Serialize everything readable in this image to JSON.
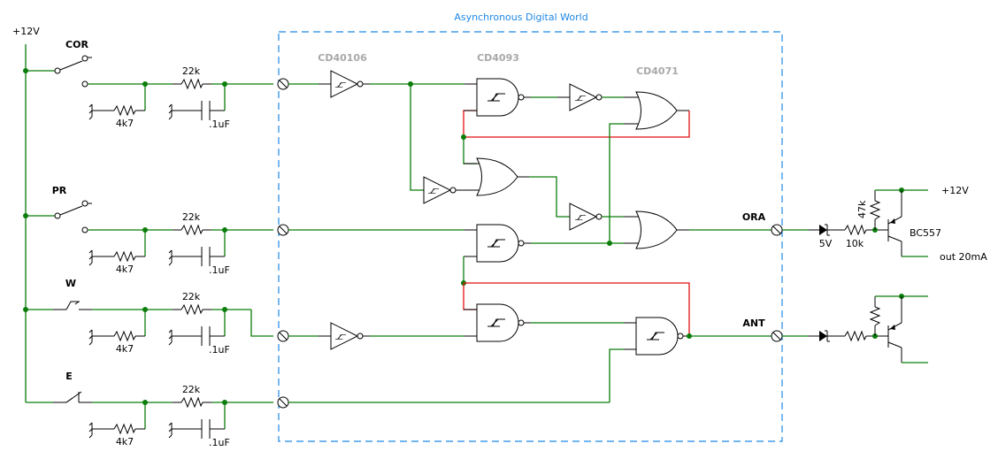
{
  "diagram": {
    "title": "Asynchronous Digital World",
    "colors": {
      "wire": "#0a7d0a",
      "feedback_wire": "#e01010",
      "boundary": "#1e88e5",
      "chip_label": "#a8a8a8"
    },
    "supply": {
      "left_rail_label": "+12V",
      "right_rail_label": "+12V"
    },
    "chips": {
      "inverter": "CD40106",
      "nand": "CD4093",
      "or": "CD4071"
    },
    "inputs": [
      {
        "name": "COR",
        "switch_type": "normally-open",
        "pulldown": "4k7",
        "series": "22k",
        "cap": ".1uF"
      },
      {
        "name": "PR",
        "switch_type": "normally-open",
        "pulldown": "4k7",
        "series": "22k",
        "cap": ".1uF"
      },
      {
        "name": "W",
        "switch_type": "push-normally-open",
        "pulldown": "4k7",
        "series": "22k",
        "cap": ".1uF"
      },
      {
        "name": "E",
        "switch_type": "push-normally-closed",
        "pulldown": "4k7",
        "series": "22k",
        "cap": ".1uF"
      }
    ],
    "outputs": [
      {
        "name": "ORA",
        "zener": "5V",
        "base_resistor": "10k",
        "pullup": "47k",
        "transistor": "BC557",
        "load_label": "out 20mA"
      },
      {
        "name": "ANT",
        "zener": "",
        "base_resistor": "",
        "pullup": "",
        "transistor": "",
        "load_label": ""
      }
    ]
  }
}
